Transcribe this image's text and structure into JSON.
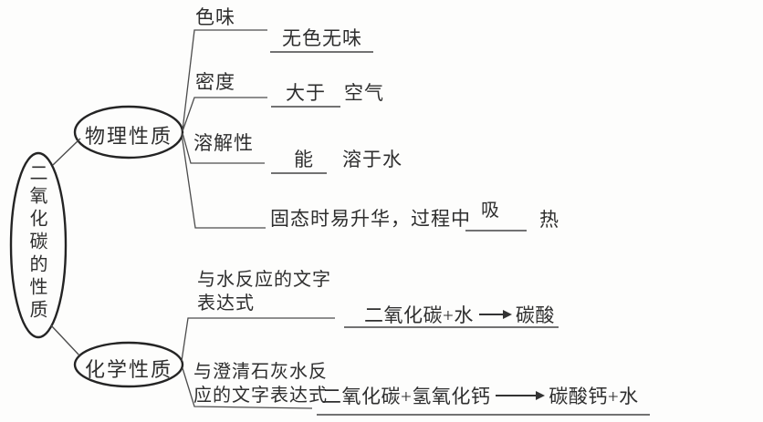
{
  "root": {
    "label": "二氧化碳的性质"
  },
  "physical": {
    "label": "物理性质",
    "items": {
      "color_smell": {
        "label": "色味",
        "answer": "无色无味"
      },
      "density": {
        "label": "密度",
        "answer": "大于",
        "suffix": "空气"
      },
      "solubility": {
        "label": "溶解性",
        "answer": "能",
        "suffix": "溶于水"
      },
      "sublimation": {
        "prefix": "固态时易升华，过程中",
        "answer": "吸",
        "suffix": "热"
      }
    }
  },
  "chemical": {
    "label": "化学性质",
    "items": {
      "water_reaction": {
        "label_line1": "与水反应的文字",
        "label_line2": "表达式",
        "equation": {
          "reactants": "二氧化碳+水",
          "products": "碳酸"
        }
      },
      "limewater_reaction": {
        "label_line1": "与澄清石灰水反",
        "label_line2": "应的文字表达式",
        "equation": {
          "reactants": "二氧化碳+氢氧化钙",
          "products": "碳酸钙+水"
        }
      }
    }
  },
  "colors": {
    "ink": "#2e2e2e",
    "line": "#4c4c4c",
    "background": "#fdfdfc"
  }
}
